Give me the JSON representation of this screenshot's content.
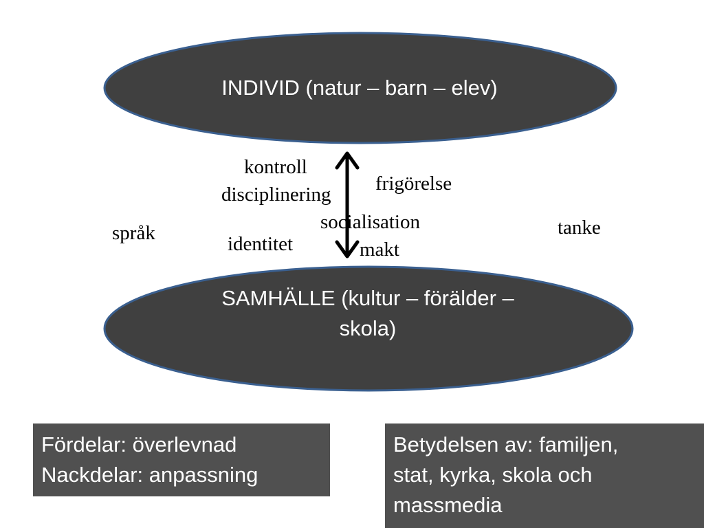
{
  "individ": {
    "label": "INDIVID (natur – barn – elev)"
  },
  "samhalle": {
    "line1": "SAMHÄLLE (kultur – förälder –",
    "line2": "skola)"
  },
  "words": {
    "kontroll": "kontroll",
    "disciplinering": "disciplinering",
    "frigorelse": "frigörelse",
    "socialisation": "socialisation",
    "sprak": "språk",
    "identitet": "identitet",
    "makt": "makt",
    "tanke": "tanke"
  },
  "left_box": {
    "line1": "Fördelar: överlevnad",
    "line2": "Nackdelar: anpassning"
  },
  "right_box": {
    "line1": "Betydelsen av: familjen,",
    "line2": "stat, kyrka, skola och",
    "line3": "massmedia"
  },
  "colors": {
    "ellipse_fill": "#404040",
    "ellipse_stroke": "#3a5f8f",
    "box_fill": "#505050",
    "arrow": "#000000"
  }
}
